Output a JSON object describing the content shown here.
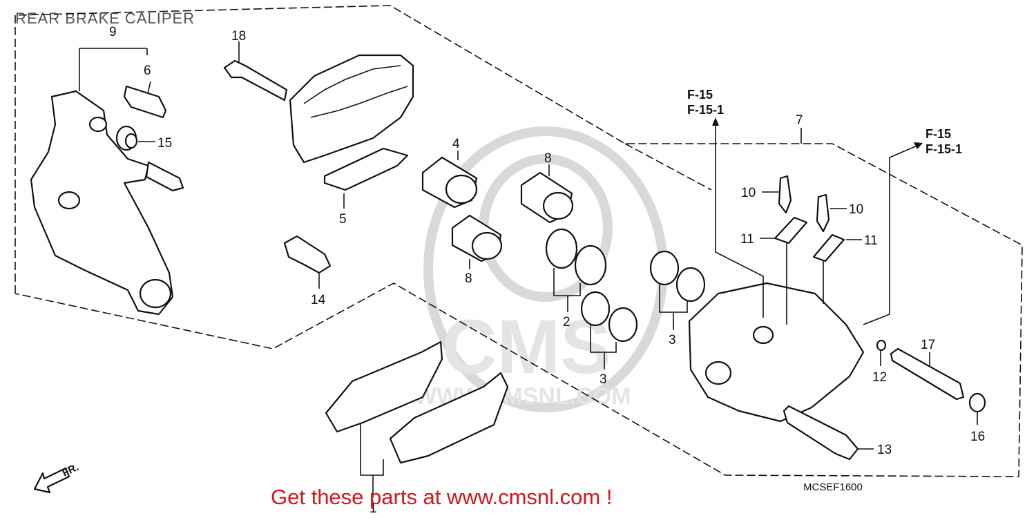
{
  "title": "REAR BRAKE CALIPER",
  "promo": "Get these parts at www.cmsnl.com !",
  "diagram_code": "MCSEF1600",
  "front_indicator": "FR.",
  "watermark": "CMS",
  "watermark_url": "WWW.CMSNL.COM",
  "refs": {
    "ref_a": "F-15",
    "ref_b": "F-15-1"
  },
  "callouts": {
    "c1": "1",
    "c2": "2",
    "c3a": "3",
    "c3b": "3",
    "c4": "4",
    "c5": "5",
    "c6": "6",
    "c7": "7",
    "c8a": "8",
    "c8b": "8",
    "c9": "9",
    "c10a": "10",
    "c10b": "10",
    "c11a": "11",
    "c11b": "11",
    "c12": "12",
    "c13": "13",
    "c14": "14",
    "c15": "15",
    "c16": "16",
    "c17": "17",
    "c18": "18"
  }
}
